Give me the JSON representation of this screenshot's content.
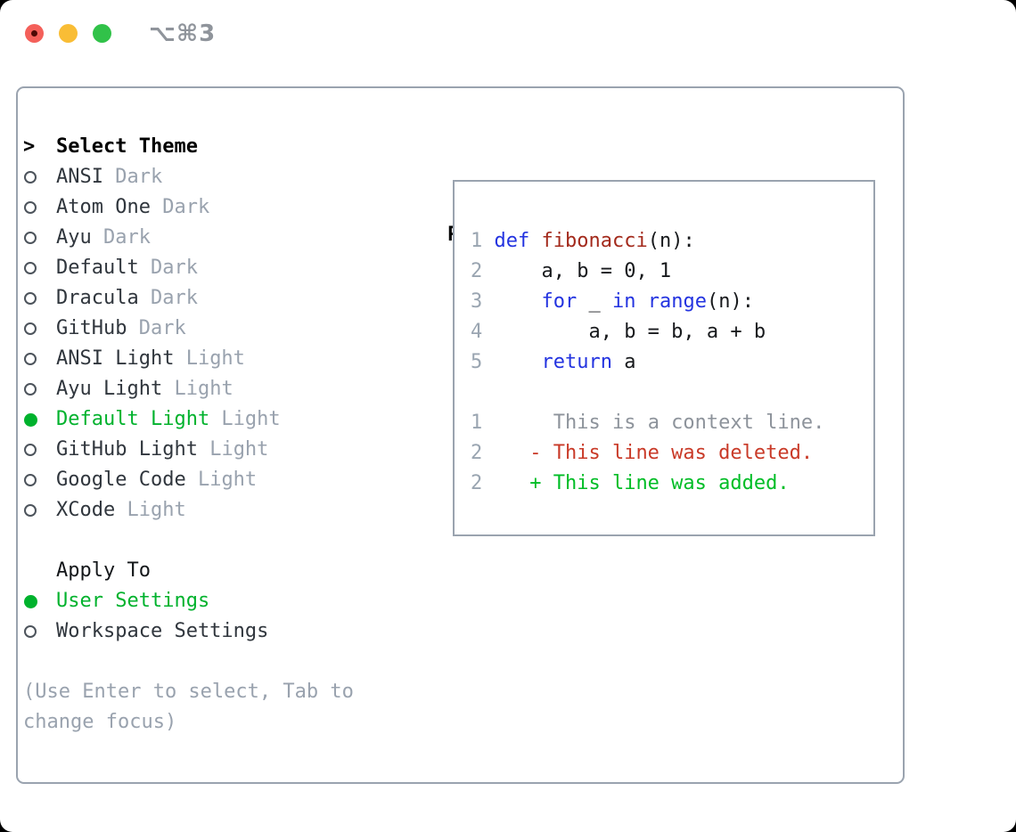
{
  "titlebar": {
    "title": "⌥⌘3",
    "traffic_lights": [
      "close",
      "minimize",
      "zoom"
    ]
  },
  "theme_panel": {
    "header": {
      "prompt": ">",
      "label": "Select Theme"
    },
    "themes": [
      {
        "name": "ANSI",
        "variant": "Dark",
        "selected": false
      },
      {
        "name": "Atom One",
        "variant": "Dark",
        "selected": false
      },
      {
        "name": "Ayu",
        "variant": "Dark",
        "selected": false
      },
      {
        "name": "Default",
        "variant": "Dark",
        "selected": false
      },
      {
        "name": "Dracula",
        "variant": "Dark",
        "selected": false
      },
      {
        "name": "GitHub",
        "variant": "Dark",
        "selected": false
      },
      {
        "name": "ANSI Light",
        "variant": "Light",
        "selected": false
      },
      {
        "name": "Ayu Light",
        "variant": "Light",
        "selected": false
      },
      {
        "name": "Default Light",
        "variant": "Light",
        "selected": true
      },
      {
        "name": "GitHub Light",
        "variant": "Light",
        "selected": false
      },
      {
        "name": "Google Code",
        "variant": "Light",
        "selected": false
      },
      {
        "name": "XCode",
        "variant": "Light",
        "selected": false
      }
    ],
    "apply_to": {
      "label": "Apply To",
      "options": [
        {
          "name": "User Settings",
          "selected": true
        },
        {
          "name": "Workspace Settings",
          "selected": false
        }
      ]
    },
    "help": "(Use Enter to select, Tab to change focus)"
  },
  "preview": {
    "label": "Preview",
    "colors": {
      "keyword": "#2333e0",
      "function": "#a32a1c",
      "plain": "#17191c",
      "line_number": "#9aa5b1",
      "context": "#8d939b",
      "deleted": "#c93a28",
      "added": "#00bd26",
      "selected_green": "#00b22d",
      "border": "#9aa3af"
    },
    "lines": [
      {
        "segs": []
      },
      {
        "segs": [
          {
            "t": "1 ",
            "c": "ln"
          },
          {
            "t": "def",
            "c": "kw"
          },
          {
            "t": " ",
            "c": "pl"
          },
          {
            "t": "fibonacci",
            "c": "fn"
          },
          {
            "t": "(n):",
            "c": "pl"
          }
        ]
      },
      {
        "segs": [
          {
            "t": "2 ",
            "c": "ln"
          },
          {
            "t": "    a, b = 0, 1",
            "c": "pl"
          }
        ]
      },
      {
        "segs": [
          {
            "t": "3 ",
            "c": "ln"
          },
          {
            "t": "    ",
            "c": "pl"
          },
          {
            "t": "for",
            "c": "kw"
          },
          {
            "t": " _ ",
            "c": "pl"
          },
          {
            "t": "in",
            "c": "kw"
          },
          {
            "t": " ",
            "c": "pl"
          },
          {
            "t": "range",
            "c": "kw"
          },
          {
            "t": "(n):",
            "c": "pl"
          }
        ]
      },
      {
        "segs": [
          {
            "t": "4 ",
            "c": "ln"
          },
          {
            "t": "        a, b = b, a + b",
            "c": "pl"
          }
        ]
      },
      {
        "segs": [
          {
            "t": "5 ",
            "c": "ln"
          },
          {
            "t": "    ",
            "c": "pl"
          },
          {
            "t": "return",
            "c": "kw"
          },
          {
            "t": " a",
            "c": "pl"
          }
        ]
      },
      {
        "segs": []
      },
      {
        "segs": [
          {
            "t": "1",
            "c": "ln"
          },
          {
            "t": "      ",
            "c": "pl"
          },
          {
            "t": "This is a context line.",
            "c": "ctx"
          }
        ]
      },
      {
        "segs": [
          {
            "t": "2",
            "c": "ln"
          },
          {
            "t": "    ",
            "c": "pl"
          },
          {
            "t": "- This line was deleted.",
            "c": "del"
          }
        ]
      },
      {
        "segs": [
          {
            "t": "2",
            "c": "ln"
          },
          {
            "t": "    ",
            "c": "pl"
          },
          {
            "t": "+ This line was added.",
            "c": "add"
          }
        ]
      }
    ]
  }
}
